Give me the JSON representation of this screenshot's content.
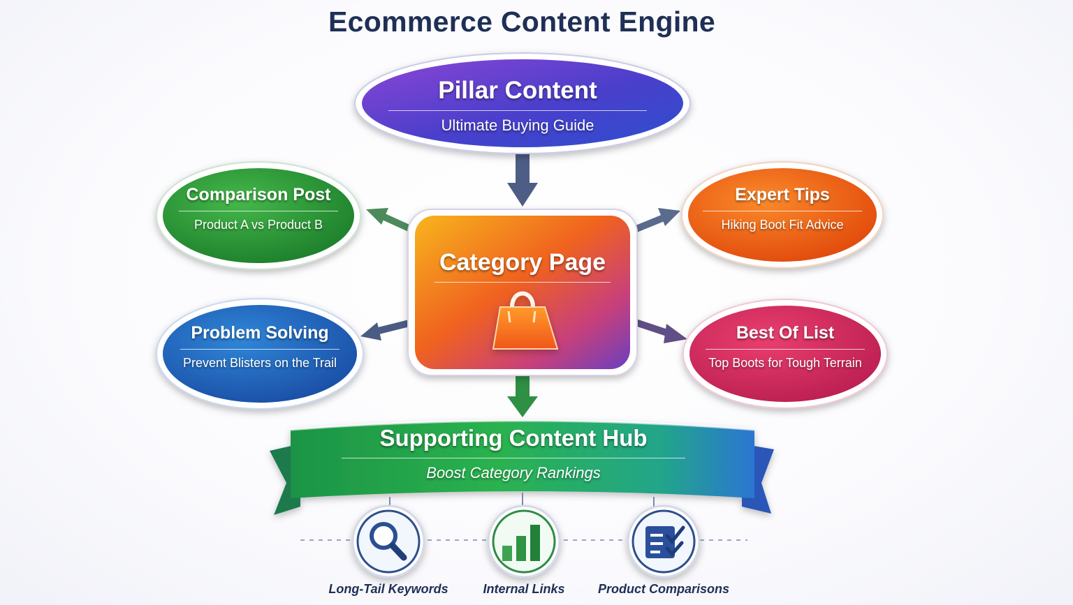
{
  "title": "Ecommerce Content Engine",
  "pillar": {
    "title": "Pillar Content",
    "subtitle": "Ultimate Buying Guide",
    "colors": [
      "#7b3fd2",
      "#3b46c7"
    ]
  },
  "category": {
    "title": "Category Page",
    "icon": "shopping-bag-icon",
    "colors": [
      "#f5b21d",
      "#ef5423",
      "#8a3fb2"
    ]
  },
  "satellites": [
    {
      "title": "Comparison Post",
      "subtitle": "Product A vs Product B",
      "color": "#2f9b3a"
    },
    {
      "title": "Expert Tips",
      "subtitle": "Hiking Boot Fit Advice",
      "color": "#f06a17"
    },
    {
      "title": "Problem Solving",
      "subtitle": "Prevent Blisters on the Trail",
      "color": "#1f6fc0"
    },
    {
      "title": "Best Of List",
      "subtitle": "Top Boots for Tough Terrain",
      "color": "#d62d62"
    }
  ],
  "hub": {
    "title": "Supporting Content Hub",
    "subtitle": "Boost Category Rankings",
    "colors": [
      "#1c9a52",
      "#22b07a",
      "#2c7fd0"
    ]
  },
  "features": [
    {
      "label": "Long-Tail Keywords",
      "icon": "magnifier-icon"
    },
    {
      "label": "Internal Links",
      "icon": "bar-chart-icon"
    },
    {
      "label": "Product Comparisons",
      "icon": "checklist-icon"
    }
  ]
}
